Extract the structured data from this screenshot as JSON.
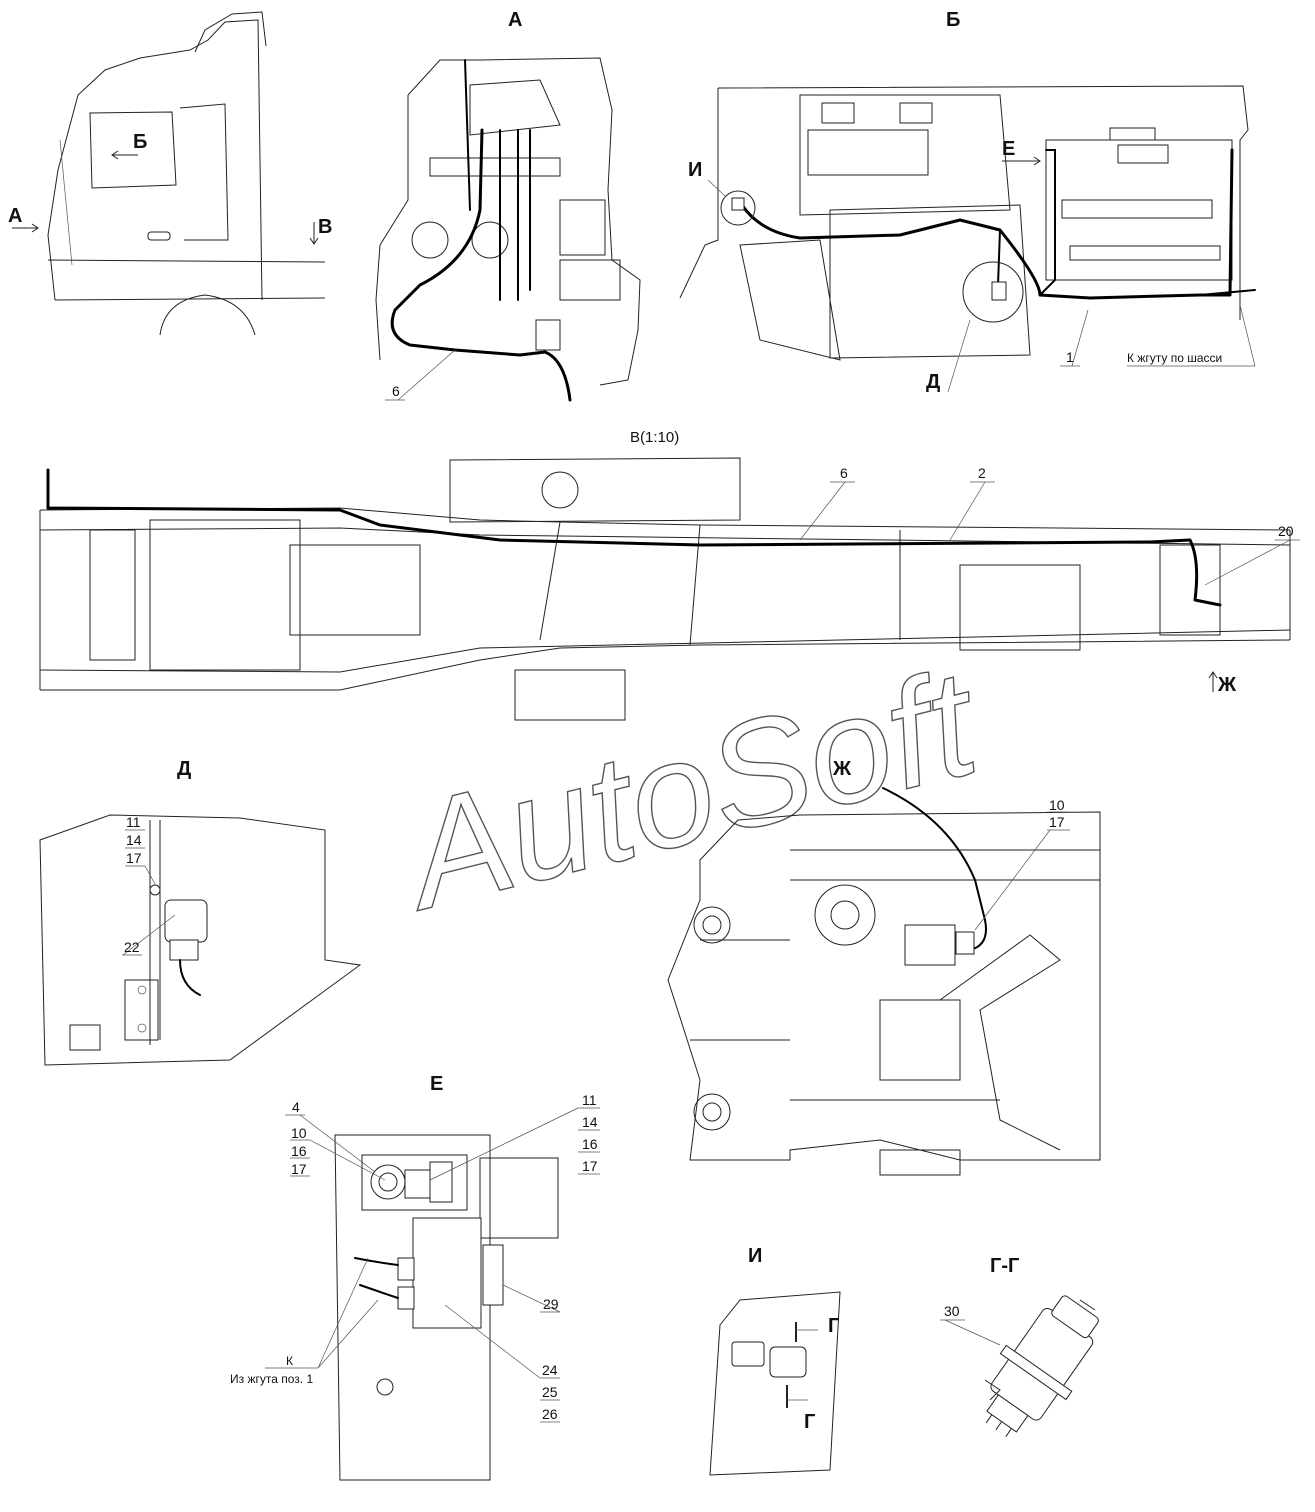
{
  "views": {
    "a": "А",
    "b": "Б",
    "v_scale": "В(1:10)",
    "d": "Д",
    "zh": "Ж",
    "e": "Е",
    "i": "И",
    "g_section": "Г-Г"
  },
  "cab_markers": {
    "a": "А",
    "b": "Б",
    "v": "В"
  },
  "section_marks": {
    "g_top": "Г",
    "g_bottom": "Г"
  },
  "markers_b": {
    "i": "И",
    "e": "Е",
    "d": "Д"
  },
  "marker_chassis": {
    "zh": "Ж"
  },
  "positions": {
    "p1": "1",
    "p2": "2",
    "p4": "4",
    "p6_view_a": "6",
    "p6_chassis": "6",
    "p10_e": "10",
    "p10_zh": "10",
    "p11_d": "11",
    "p11_e": "11",
    "p14_d": "14",
    "p14_e": "14",
    "p16_e_left": "16",
    "p16_e_right": "16",
    "p17_d": "17",
    "p17_e_left": "17",
    "p17_e_right": "17",
    "p17_zh": "17",
    "p20": "20",
    "p22": "22",
    "p24": "24",
    "p25": "25",
    "p26": "26",
    "p29": "29",
    "p30": "30"
  },
  "notes": {
    "to_chassis_harness": "К жгуту по шасси",
    "k": "К",
    "from_harness": "Из жгута поз. 1"
  },
  "watermark": "AutoSoft"
}
